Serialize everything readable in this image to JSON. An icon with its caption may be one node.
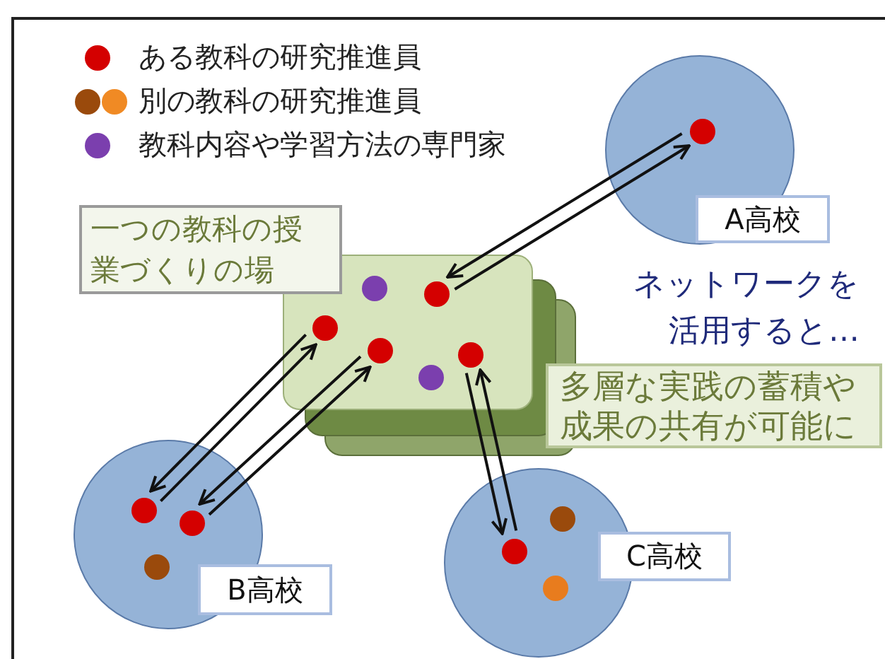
{
  "diagram": {
    "nodes": [
      {
        "text": [
          "一つの教科の授業づくりの場"
        ]
      },
      {
        "text": [],
        "shape": "box"
      },
      {
        "text": [],
        "shape": "circle",
        "in": 1
      },
      {
        "text": [],
        "shape": "circle",
        "in": 1
      },
      {
        "text": [],
        "shape": "circle",
        "in": 1
      },
      {
        "text": [],
        "shape": "circle",
        "in": 1
      },
      {
        "text": [],
        "shape": "circle",
        "in": 1
      },
      {
        "text": [],
        "shape": "circle",
        "in": 1
      },
      {
        "text": [],
        "shape": "circle"
      },
      {
        "text": [],
        "shape": "circle",
        "in": 8
      },
      {
        "text": [
          "A高校"
        ]
      },
      {
        "text": [
          "多層な実践の蓄積や成果の共有が可能に"
        ]
      },
      {
        "text": [],
        "shape": "circle"
      },
      {
        "text": [],
        "shape": "circle",
        "in": 12
      },
      {
        "text": [],
        "shape": "circle",
        "in": 12
      },
      {
        "text": [],
        "shape": "circle",
        "in": 12
      },
      {
        "text": [
          "B高校"
        ]
      },
      {
        "text": [],
        "shape": "circle"
      },
      {
        "text": [],
        "shape": "circle",
        "in": 17
      },
      {
        "text": [],
        "shape": "circle",
        "in": 17
      },
      {
        "text": [],
        "shape": "circle",
        "in": 17
      },
      {
        "text": [
          "C高校"
        ]
      }
    ],
    "edges": [
      {
        "from": 9,
        "to": 3,
        "arrow": "to"
      },
      {
        "from": 3,
        "to": 9,
        "arrow": "to"
      },
      {
        "from": 13,
        "to": 4,
        "arrow": "to"
      },
      {
        "from": 4,
        "to": 13,
        "arrow": "to"
      },
      {
        "from": 14,
        "to": 5,
        "arrow": "to"
      },
      {
        "from": 5,
        "to": 14,
        "arrow": "to"
      },
      {
        "from": 6,
        "to": 19,
        "arrow": "to"
      },
      {
        "from": 19,
        "to": 6,
        "arrow": "to"
      }
    ],
    "labels": [
      "ネットワークを活用すると…"
    ],
    "legend": [
      {
        "text": "ある教科の研究推進員",
        "color": "#d40000"
      },
      {
        "text": "別の教科の研究推進員",
        "color": "#9a4a0c"
      },
      {
        "text": "教科内容や学習方法の専門家",
        "color": "#7b3fae"
      }
    ]
  }
}
